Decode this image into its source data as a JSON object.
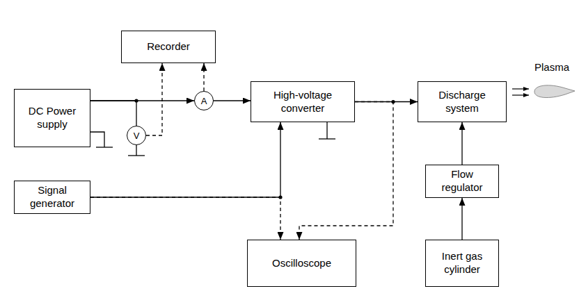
{
  "diagram": {
    "nodes": [
      {
        "text": [
          "Recorder"
        ]
      },
      {
        "text": [
          "DC Power supply"
        ]
      },
      {
        "text": [
          "V"
        ]
      },
      {
        "text": [
          "A"
        ]
      },
      {
        "text": [
          "High-voltage converter"
        ]
      },
      {
        "text": [
          "Discharge system"
        ]
      },
      {
        "text": [
          "Signal generator"
        ]
      },
      {
        "text": [
          "Flow regulator"
        ]
      },
      {
        "text": [
          "Oscilloscope"
        ]
      },
      {
        "text": [
          "Inert gas cylinder"
        ]
      }
    ],
    "edges": [
      {
        "from": 1,
        "to": 3,
        "arrow": "to"
      },
      {
        "from": 1,
        "to": 2,
        "arrow": "none"
      },
      {
        "from": 3,
        "to": 4,
        "arrow": "to"
      },
      {
        "from": 2,
        "to": 0,
        "arrow": "to"
      },
      {
        "from": 3,
        "to": 0,
        "arrow": "to"
      },
      {
        "from": 4,
        "to": 5,
        "arrow": "to"
      },
      {
        "from": 4,
        "to": 8,
        "arrow": "to"
      },
      {
        "from": 6,
        "to": 4,
        "arrow": "to"
      },
      {
        "from": 6,
        "to": 8,
        "arrow": "to"
      },
      {
        "from": 7,
        "to": 5,
        "arrow": "to"
      },
      {
        "from": 9,
        "to": 7,
        "arrow": "to"
      }
    ],
    "labels": [
      "Plasma"
    ]
  }
}
